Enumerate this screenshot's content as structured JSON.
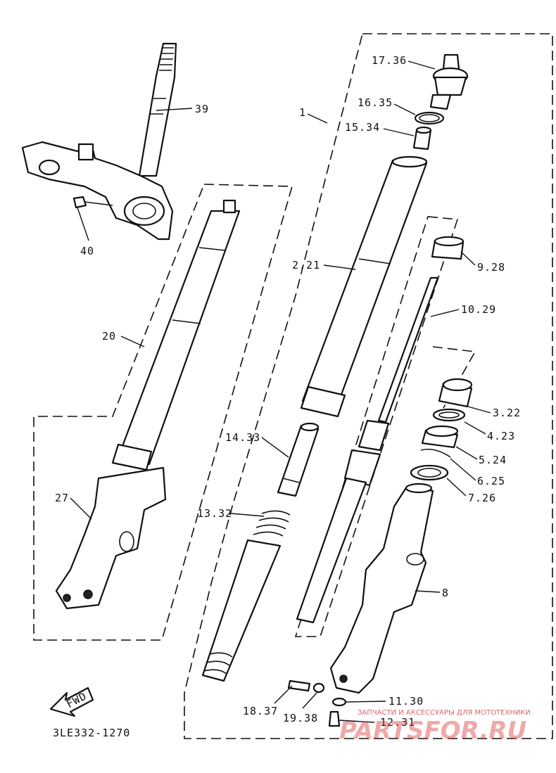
{
  "diagram": {
    "code": "3LE332-1270",
    "fwd_label": "FWD",
    "labels": [
      {
        "id": "17_36",
        "text": "17.36"
      },
      {
        "id": "16_35",
        "text": "16.35"
      },
      {
        "id": "15_34",
        "text": "15.34"
      },
      {
        "id": "1",
        "text": "1"
      },
      {
        "id": "39",
        "text": "39"
      },
      {
        "id": "40",
        "text": "40"
      },
      {
        "id": "2_21",
        "text": "2.21"
      },
      {
        "id": "9_28",
        "text": "9.28"
      },
      {
        "id": "10_29",
        "text": "10.29"
      },
      {
        "id": "20",
        "text": "20"
      },
      {
        "id": "3_22",
        "text": "3.22"
      },
      {
        "id": "4_23",
        "text": "4.23"
      },
      {
        "id": "14_33",
        "text": "14.33"
      },
      {
        "id": "5_24",
        "text": "5.24"
      },
      {
        "id": "6_25",
        "text": "6.25"
      },
      {
        "id": "27",
        "text": "27"
      },
      {
        "id": "7_26",
        "text": "7.26"
      },
      {
        "id": "13_32",
        "text": "13.32"
      },
      {
        "id": "8",
        "text": "8"
      },
      {
        "id": "11_30",
        "text": "11.30"
      },
      {
        "id": "18_37",
        "text": "18.37"
      },
      {
        "id": "19_38",
        "text": "19.38"
      },
      {
        "id": "12_31",
        "text": "12.31"
      }
    ]
  },
  "watermark": {
    "tagline": "ЗАПЧАСТИ И АКСЕССУАРЫ ДЛЯ МОТОТЕХНИКИ",
    "brand": "PARTSFOR.RU"
  }
}
